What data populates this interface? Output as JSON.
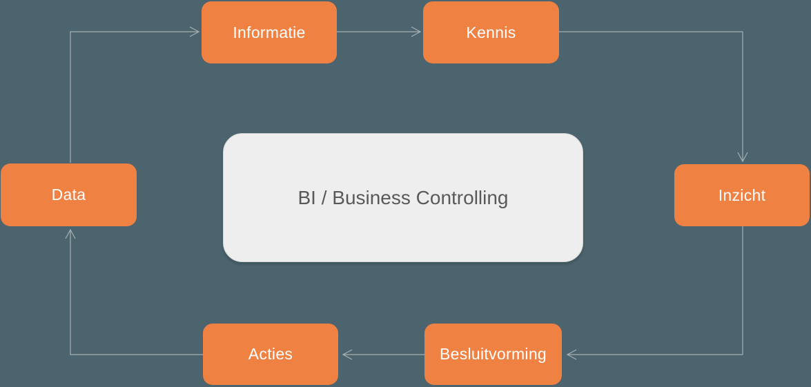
{
  "diagram": {
    "center": {
      "label": "BI / Business Controlling"
    },
    "nodes": [
      {
        "id": "informatie",
        "label": "Informatie"
      },
      {
        "id": "kennis",
        "label": "Kennis"
      },
      {
        "id": "inzicht",
        "label": "Inzicht"
      },
      {
        "id": "besluitvorming",
        "label": "Besluitvorming"
      },
      {
        "id": "acties",
        "label": "Acties"
      },
      {
        "id": "data",
        "label": "Data"
      }
    ],
    "edges": [
      {
        "from": "data",
        "to": "informatie"
      },
      {
        "from": "informatie",
        "to": "kennis"
      },
      {
        "from": "kennis",
        "to": "inzicht"
      },
      {
        "from": "inzicht",
        "to": "besluitvorming"
      },
      {
        "from": "besluitvorming",
        "to": "acties"
      },
      {
        "from": "acties",
        "to": "data"
      }
    ],
    "colors": {
      "background": "#4b646e",
      "node_fill": "#ef8143",
      "node_text": "#ffffff",
      "center_fill": "#eeeeee",
      "center_text": "#595959",
      "connector": "#a9b1b1"
    }
  }
}
